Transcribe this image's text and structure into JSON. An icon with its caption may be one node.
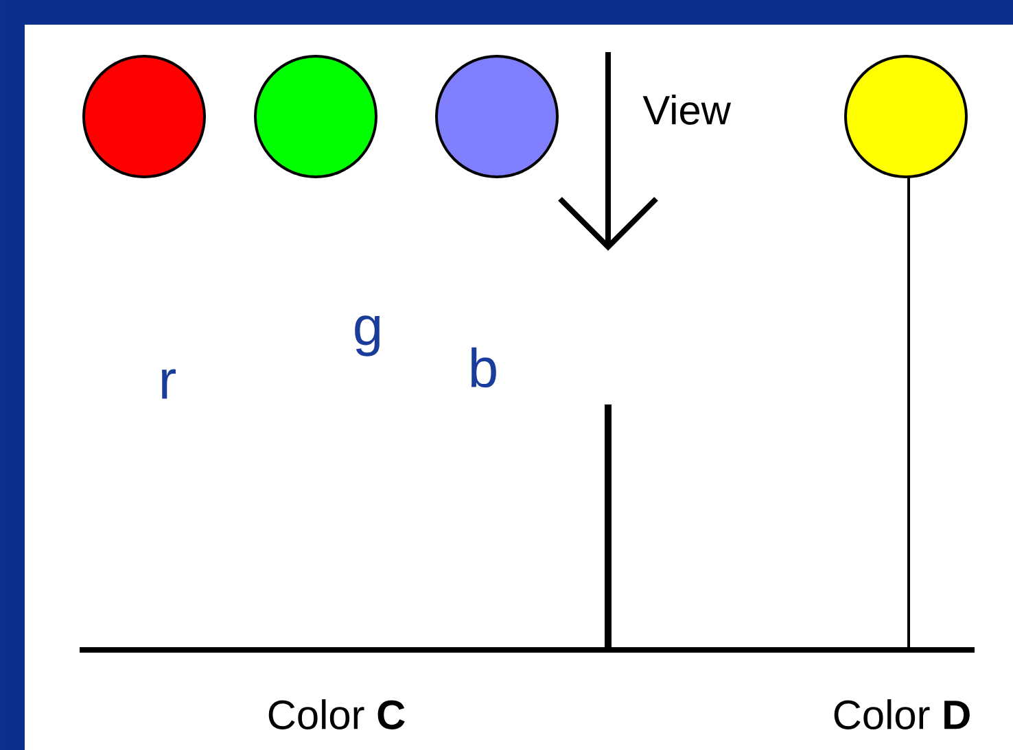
{
  "diagram": {
    "nodes": [
      {
        "text": [],
        "shape": "circle"
      },
      {
        "text": [],
        "shape": "circle"
      },
      {
        "text": [],
        "shape": "circle"
      },
      {
        "text": [],
        "shape": "circle"
      }
    ],
    "labels": [
      "View",
      "r",
      "g",
      "b",
      "Color **C**",
      "Color **D**"
    ]
  }
}
